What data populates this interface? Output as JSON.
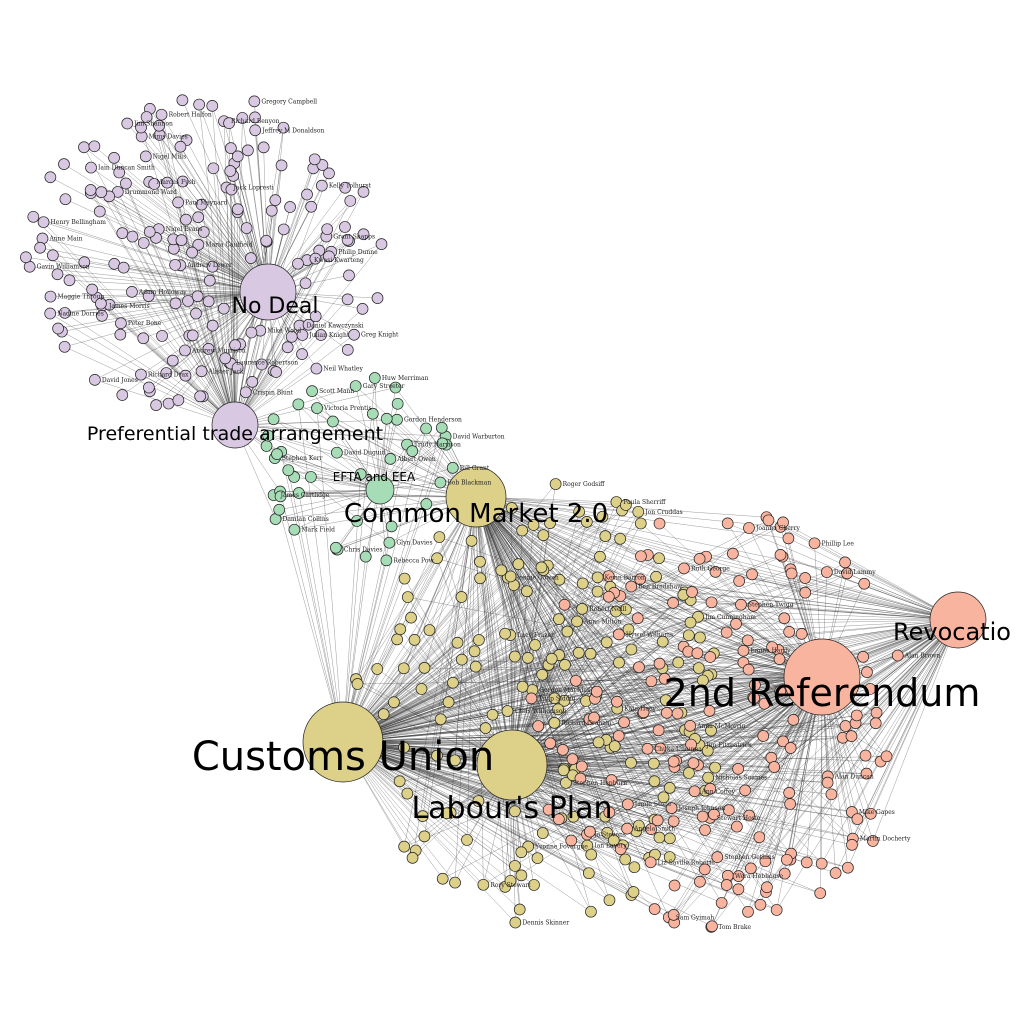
{
  "colors": {
    "no_deal_group": "#d8c8e2",
    "efta_group": "#a6dcb6",
    "customs_group": "#ddd088",
    "referendum_group": "#f9b4a0",
    "edge": "#333333"
  },
  "hubs": [
    {
      "id": "no_deal",
      "label": "No Deal",
      "group": "no_deal_group"
    },
    {
      "id": "pta",
      "label": "Preferential trade arrangement",
      "group": "no_deal_group"
    },
    {
      "id": "efta",
      "label": "EFTA and EEA",
      "group": "efta_group"
    },
    {
      "id": "cm2",
      "label": "Common Market 2.0",
      "group": "customs_group"
    },
    {
      "id": "revocation",
      "label": "Revocatio",
      "group": "referendum_group"
    },
    {
      "id": "ref2",
      "label": "2nd Referendum",
      "group": "referendum_group"
    },
    {
      "id": "cu",
      "label": "Customs Union",
      "group": "customs_group"
    },
    {
      "id": "labour",
      "label": "Labour's Plan",
      "group": "customs_group"
    }
  ],
  "members": {
    "no_deal_group": [
      "Marcus Fysh",
      "Mims Davies",
      "Robert Halfon",
      "Jack Lopresti",
      "Crispin Blunt",
      "Daniel Kawczynski",
      "Andrew Murrison",
      "James Morris",
      "Mike Wood",
      "Grant Shapps",
      "Nadine Dorries",
      "Henry Bellingham",
      "Nigel Evans",
      "Peter Bone",
      "Andrew Lewer",
      "Maria Caulfield",
      "Adam Holloway",
      "Iain Duncan Smith",
      "Gavin Williamson",
      "Kelly Tolhurst",
      "Jeffrey M Donaldson",
      "Philip Dunne",
      "Jim Shannon",
      "Greg Knight",
      "Maggie Throup",
      "Kwasi Kwarteng",
      "Gregory Campbell",
      "Alister Jack",
      "Nigel Mills",
      "Paul Maynard",
      "Richard Drax",
      "Julian Knight",
      "Anne Main",
      "Neil Whatley",
      "Drummond Ward",
      "Richard Benyon",
      "Laurence Robertson",
      "David Jones"
    ],
    "efta_group": [
      "Trudy Harrison",
      "Gordon Henderson",
      "Scott Mann",
      "Chris Davies",
      "Glyn Davies",
      "David Warburton",
      "Huw Merriman",
      "James Cartlidge",
      "Victoria Prentis",
      "Bill Grant",
      "Gary Streeter",
      "David Duguid",
      "Rebecca Pow",
      "Albert Owen",
      "Stephen Kerr",
      "Damian Collins",
      "Bob Blackman",
      "Mark Field"
    ],
    "customs_group": [
      "Gordon Marsden",
      "Yvonne Fovargue",
      "Paula Sherriff",
      "Rory Stewart",
      "Chris Williamson",
      "Anne Milton",
      "Kevin Barron",
      "Jim Fitzpatrick",
      "Robert Neill",
      "Richard Graham",
      "Nicholas Soames",
      "Jim Cunningham",
      "Kate Hoey",
      "Ian Lavery",
      "Jon Cruddas",
      "Roger Godsiff",
      "Stephen Hepburn",
      "Dennis Skinner",
      "Ronnie Cowan",
      "Lucy Frazer"
    ],
    "referendum_group": [
      "Tulip Siddiq",
      "Ruth George",
      "Tom Brake",
      "Joseph Johnson",
      "Alan Duncan",
      "Sam Gyimah",
      "Stewart Hosie",
      "Phillip Lee",
      "Stephen Twigg",
      "Anna McMorrin",
      "Emma Hardy",
      "Hywel Williams",
      "Jo Stevens",
      "Ann Coffey",
      "Mike Gapes",
      "David Lammy",
      "Chuka Umunna",
      "Angela Smith",
      "Ben Bradshaw",
      "Martin Docherty",
      "Stephen Gethins",
      "Joanna Cherry",
      "Alan Brown",
      "Liz Saville Roberts",
      "Wera Hobhouse",
      "Jamie Stone"
    ]
  }
}
